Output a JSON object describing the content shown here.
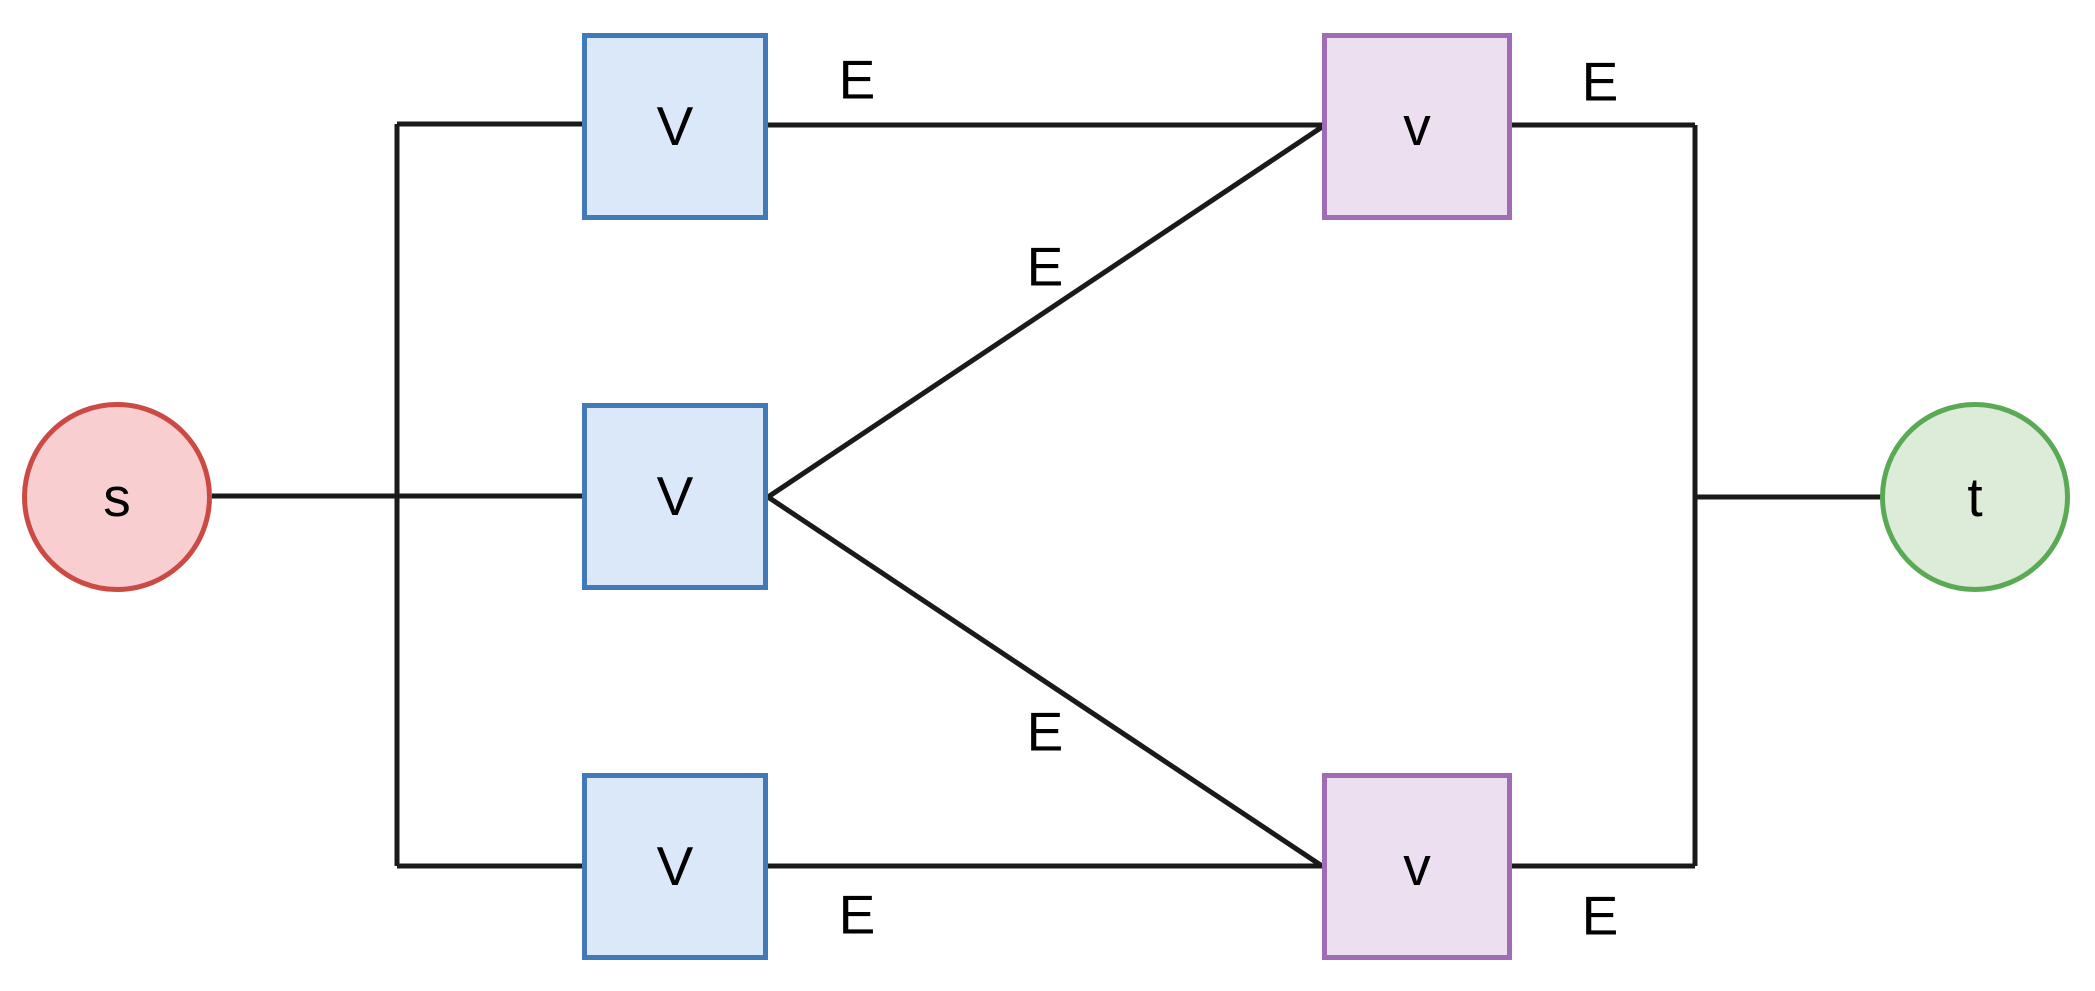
{
  "diagram": {
    "description": "Flow network diagram: source s connects through three blue vertices V to two purple vertices V, which connect to sink t; edges labeled E",
    "nodes": [
      {
        "id": "s",
        "label": "s",
        "role": "source",
        "shape": "circle"
      },
      {
        "id": "v1",
        "label": "V",
        "role": "vertex",
        "shape": "square",
        "position": "top-left"
      },
      {
        "id": "v2",
        "label": "V",
        "role": "vertex",
        "shape": "square",
        "position": "middle-left"
      },
      {
        "id": "v3",
        "label": "V",
        "role": "vertex",
        "shape": "square",
        "position": "bottom-left"
      },
      {
        "id": "v4",
        "label": "v",
        "role": "vertex-alt",
        "shape": "square",
        "position": "top-right"
      },
      {
        "id": "v5",
        "label": "v",
        "role": "vertex-alt",
        "shape": "square",
        "position": "bottom-right"
      },
      {
        "id": "t",
        "label": "t",
        "role": "sink",
        "shape": "circle"
      }
    ],
    "edges": [
      {
        "id": "e1",
        "from": "v1",
        "to": "v4",
        "label": "E"
      },
      {
        "id": "e2",
        "from": "v2",
        "to": "v4",
        "label": "E"
      },
      {
        "id": "e3",
        "from": "v2",
        "to": "v5",
        "label": "E"
      },
      {
        "id": "e4",
        "from": "v3",
        "to": "v5",
        "label": "E"
      },
      {
        "id": "e5",
        "from": "v4",
        "to": "t",
        "label": "E"
      },
      {
        "id": "e6",
        "from": "v5",
        "to": "t",
        "label": "E"
      }
    ],
    "unlabeled_connections": [
      "s-v1",
      "s-v2",
      "s-v3",
      "v4-t",
      "v5-t"
    ]
  },
  "colors": {
    "source_fill": "#f8ced0",
    "source_stroke": "#cb4a44",
    "vertex_fill": "#dbe8fa",
    "vertex_stroke": "#4279b8",
    "vertex_alt_fill": "#ecdff0",
    "vertex_alt_stroke": "#a06cb4",
    "sink_fill": "#dcecd8",
    "sink_stroke": "#5aaa55",
    "edge_stroke": "#1a1a1a"
  }
}
